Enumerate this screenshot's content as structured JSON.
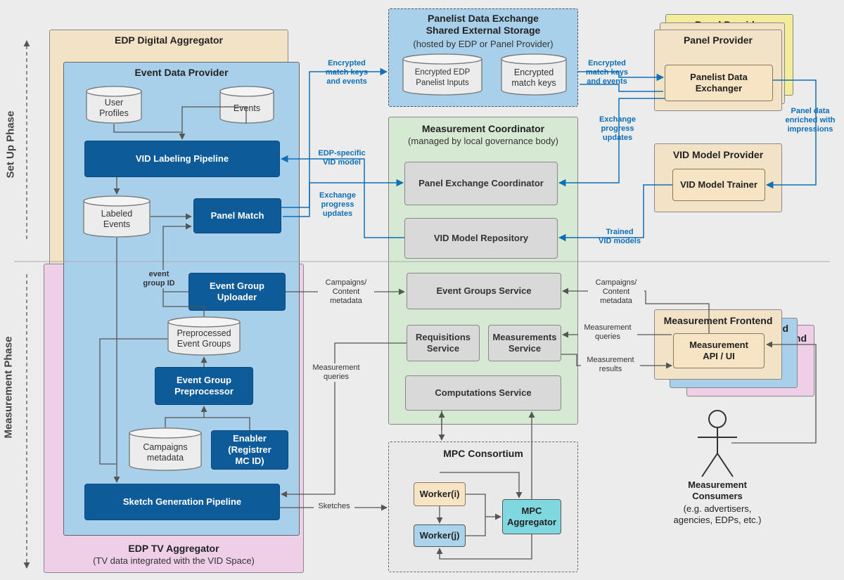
{
  "phases": {
    "setup": "Set Up Phase",
    "measurement": "Measurement Phase"
  },
  "containers": {
    "edp_digital": "EDP Digital Aggregator",
    "edp_event": "Event Data Provider",
    "edp_tv": "EDP TV Aggregator",
    "edp_tv_sub": "(TV data integrated with the VID Space)",
    "panelist_exchange": "Panelist Data Exchange\nShared External Storage",
    "panelist_exchange_sub": "(hosted by EDP or Panel Provider)",
    "panel_provider_back": "Panel Provider",
    "panel_provider": "Panel Provider",
    "vid_model_provider": "VID Model Provider",
    "measurement_coordinator": "Measurement Coordinator",
    "measurement_coordinator_sub": "(managed by local governance body)",
    "mpc_consortium": "MPC Consortium",
    "measurement_frontend": "Measurement Frontend",
    "frontend_back1": "nd",
    "frontend_back2": "nd"
  },
  "nodes": {
    "user_profiles": "User\nProfiles",
    "events": "Events",
    "vid_labeling": "VID Labeling Pipeline",
    "labeled_events": "Labeled\nEvents",
    "panel_match": "Panel Match",
    "event_group_uploader": "Event Group\nUploader",
    "preprocessed_groups": "Preprocessed\nEvent Groups",
    "event_group_preprocessor": "Event Group\nPreprocessor",
    "campaigns_metadata": "Campaigns\nmetadata",
    "enabler": "Enabler\n(Registrer\nMC ID)",
    "sketch_generation": "Sketch Generation Pipeline",
    "encrypted_edp_inputs": "Encrypted EDP\nPanelist Inputs",
    "encrypted_match_keys": "Encrypted\nmatch keys",
    "panelist_data_exchanger": "Panelist Data\nExchanger",
    "vid_model_trainer": "VID Model Trainer",
    "panel_exchange_coordinator": "Panel Exchange Coordinator",
    "vid_model_repository": "VID Model Repository",
    "event_groups_service": "Event Groups Service",
    "requisitions_service": "Requisitions\nService",
    "measurements_service": "Measurements\nService",
    "computations_service": "Computations Service",
    "worker_i": "Worker(i)",
    "worker_j": "Worker(j)",
    "mpc_aggregator": "MPC\nAggregator",
    "measurement_api": "Measurement\nAPI / UI"
  },
  "edge_labels": {
    "enc_keys_left": "Encrypted\nmatch keys\nand events",
    "enc_keys_right": "Encrypted\nmatch keys\nand events",
    "panel_enriched": "Panel data\nenriched with\nimpressions",
    "exchange_progress_right": "Exchange\nprogress\nupdates",
    "edp_specific_vid": "EDP-specific\nVID model",
    "exchange_progress_left": "Exchange\nprogress\nupdates",
    "trained_vid": "Trained\nVID models",
    "event_group_id": "event\ngroup ID",
    "campaigns_content_left": "Campaigns/\nContent\nmetadata",
    "campaigns_content_right": "Campaigns/\nContent\nmetadata",
    "measurement_queries_right": "Measurement\nqueries",
    "measurement_results": "Measurement\nresults",
    "measurement_queries_left": "Measurement\nqueries",
    "sketches": "Sketches"
  },
  "consumers": {
    "title": "Measurement\nConsumers",
    "sub": "(e.g. advertisers,\nagencies, EDPs, etc.)"
  },
  "colors": {
    "dark_blue": "#0d5b98",
    "arrow_blue": "#0c6fb8",
    "event_bg": "#a8d0ea",
    "digital_bg": "#f3e3c6",
    "tv_bg": "#efcfe8",
    "coordinator_bg": "#d6e9d2",
    "panel_yellow": "#f3ec9a"
  }
}
